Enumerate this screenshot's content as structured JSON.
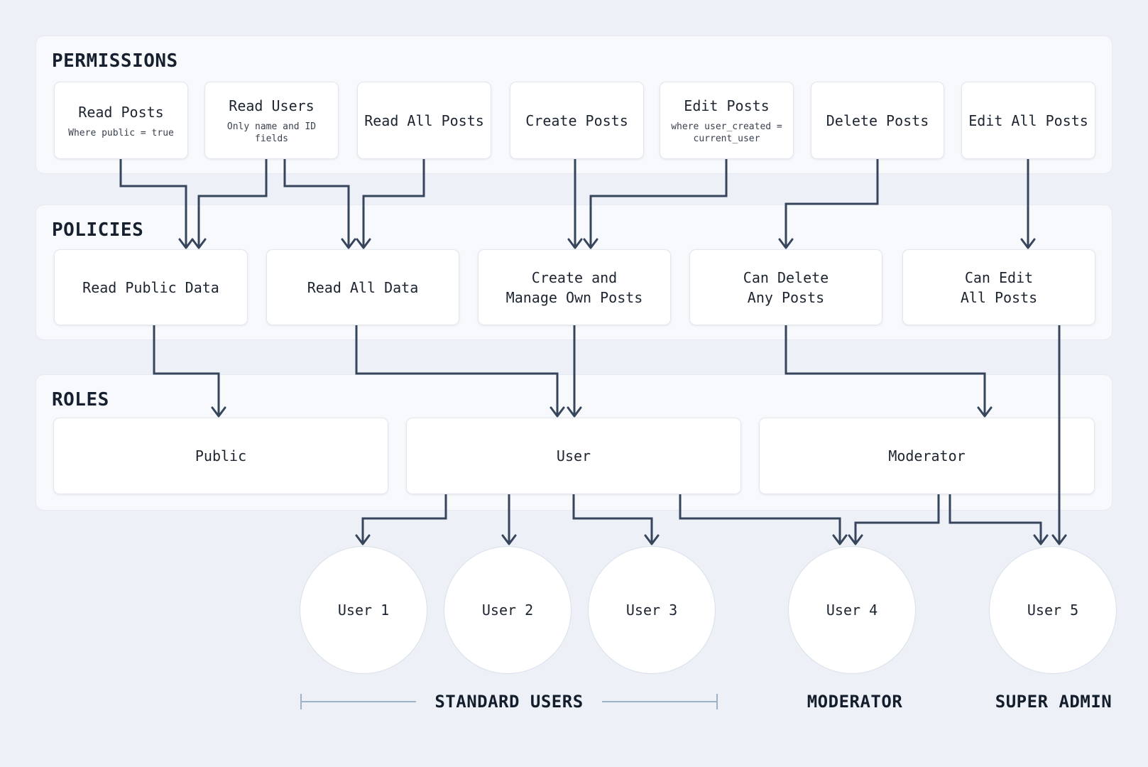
{
  "diagram": {
    "sections": [
      {
        "id": "permissions",
        "label": "PERMISSIONS",
        "nodes": [
          {
            "id": "read-posts",
            "title": "Read Posts",
            "subtitle": "Where public = true"
          },
          {
            "id": "read-users",
            "title": "Read Users",
            "subtitle": "Only name and ID fields"
          },
          {
            "id": "read-all-posts",
            "title": "Read All Posts"
          },
          {
            "id": "create-posts",
            "title": "Create Posts"
          },
          {
            "id": "edit-posts",
            "title": "Edit Posts",
            "subtitle": "where user_created = current_user"
          },
          {
            "id": "delete-posts",
            "title": "Delete Posts"
          },
          {
            "id": "edit-all-posts",
            "title": "Edit All Posts"
          }
        ]
      },
      {
        "id": "policies",
        "label": "POLICIES",
        "nodes": [
          {
            "id": "read-public-data",
            "title": "Read Public Data"
          },
          {
            "id": "read-all-data",
            "title": "Read All Data"
          },
          {
            "id": "create-manage-own-posts",
            "title": "Create and\nManage Own Posts"
          },
          {
            "id": "can-delete-any-posts",
            "title": "Can Delete\nAny Posts"
          },
          {
            "id": "can-edit-all-posts",
            "title": "Can Edit\nAll Posts"
          }
        ]
      },
      {
        "id": "roles",
        "label": "ROLES",
        "nodes": [
          {
            "id": "public",
            "title": "Public"
          },
          {
            "id": "user",
            "title": "User"
          },
          {
            "id": "moderator",
            "title": "Moderator"
          }
        ]
      }
    ],
    "users": [
      {
        "id": "user-1",
        "label": "User 1"
      },
      {
        "id": "user-2",
        "label": "User 2"
      },
      {
        "id": "user-3",
        "label": "User 3"
      },
      {
        "id": "user-4",
        "label": "User 4"
      },
      {
        "id": "user-5",
        "label": "User 5"
      }
    ],
    "group_labels": [
      {
        "id": "standard-users",
        "label": "STANDARD USERS"
      },
      {
        "id": "moderator-group",
        "label": "MODERATOR"
      },
      {
        "id": "super-admin",
        "label": "SUPER ADMIN"
      }
    ],
    "edges": [
      {
        "from": "read-posts",
        "to": "read-public-data"
      },
      {
        "from": "read-users",
        "to": "read-public-data"
      },
      {
        "from": "read-users",
        "to": "read-all-data"
      },
      {
        "from": "read-all-posts",
        "to": "read-all-data"
      },
      {
        "from": "create-posts",
        "to": "create-manage-own-posts"
      },
      {
        "from": "edit-posts",
        "to": "create-manage-own-posts"
      },
      {
        "from": "delete-posts",
        "to": "can-delete-any-posts"
      },
      {
        "from": "edit-all-posts",
        "to": "can-edit-all-posts"
      },
      {
        "from": "read-public-data",
        "to": "public"
      },
      {
        "from": "read-all-data",
        "to": "user"
      },
      {
        "from": "create-manage-own-posts",
        "to": "user"
      },
      {
        "from": "can-delete-any-posts",
        "to": "moderator"
      },
      {
        "from": "can-edit-all-posts",
        "to": "user-5"
      },
      {
        "from": "user",
        "to": "user-1"
      },
      {
        "from": "user",
        "to": "user-2"
      },
      {
        "from": "user",
        "to": "user-3"
      },
      {
        "from": "user",
        "to": "user-4"
      },
      {
        "from": "moderator",
        "to": "user-4"
      },
      {
        "from": "moderator",
        "to": "user-5"
      }
    ],
    "colors": {
      "page_background": "#edf1f7",
      "panel_background": "#f7f9fc",
      "node_background": "#ffffff",
      "connector": "#36455c",
      "bracket": "#9fb3c8",
      "text": "#1c2430"
    }
  }
}
